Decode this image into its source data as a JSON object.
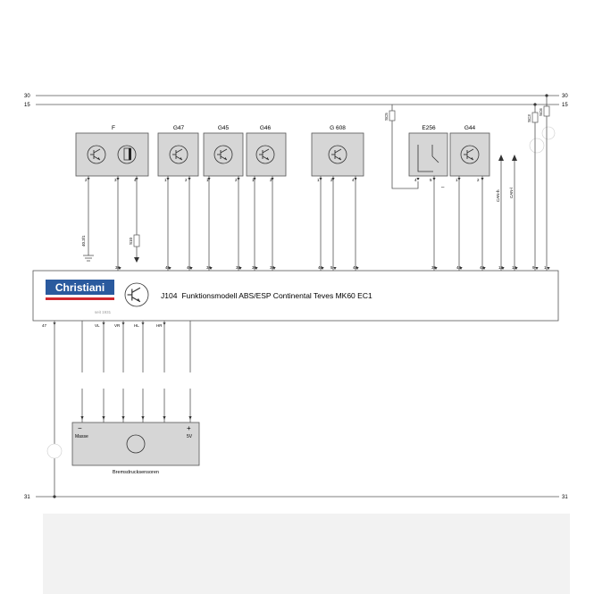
{
  "rails": {
    "r30": "30",
    "r15": "15",
    "r31": "31"
  },
  "components": {
    "F": {
      "label": "F",
      "pins": [
        "2",
        "3",
        "4"
      ]
    },
    "G47": {
      "label": "G47",
      "pins": [
        "1",
        "2"
      ]
    },
    "G45": {
      "label": "G45",
      "pins": [
        "1",
        "2"
      ]
    },
    "G46": {
      "label": "G46",
      "pins": [
        "1",
        "2"
      ]
    },
    "G608": {
      "label": "G 608",
      "pins": [
        "1",
        "2",
        "4"
      ]
    },
    "E256": {
      "label": "E256",
      "pins": [
        "4",
        "5"
      ],
      "mark": "_"
    },
    "G44": {
      "label": "G44",
      "pins": [
        "1",
        "2"
      ]
    },
    "sensor": {
      "label": "Bremsdrucksensoren",
      "minus": "−",
      "plus": "+",
      "masse": "Masse",
      "volt": "5V"
    }
  },
  "fuses": {
    "sc5": "SC5",
    "sc3": "SC3",
    "sc6": "SC6",
    "s10": "S10"
  },
  "ground_label": "40.3/1",
  "can_labels": {
    "h": "CAN-h",
    "l": "CAN-l"
  },
  "module": {
    "brand": "Christiani",
    "since": "seit 1931",
    "code": "J104",
    "title": "Funktionsmodell ABS/ESP Continental Teves MK60 EC1"
  },
  "module_pins_top": [
    "38",
    "45",
    "46",
    "34",
    "33",
    "36",
    "37",
    "40",
    "5",
    "47",
    "39",
    "43",
    "42",
    "12",
    "13",
    "9",
    "1"
  ],
  "module_pins_bottom": [
    "47",
    "VL",
    "VR",
    "HL",
    "HR"
  ],
  "colors": {
    "box_fill": "#d6d6d6",
    "line": "#555555",
    "brand_blue": "#2a5a9e",
    "brand_red": "#d0282f"
  }
}
